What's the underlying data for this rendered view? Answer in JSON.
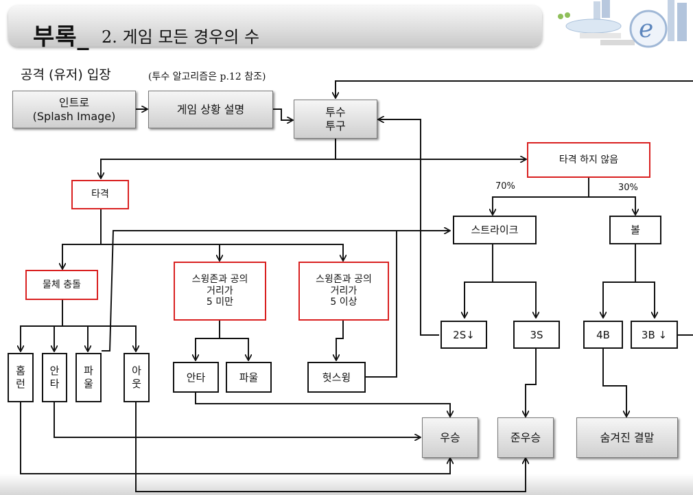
{
  "header": {
    "title_main": "부록_",
    "title_sub": "2. 게임 모든 경우의 수"
  },
  "section": {
    "title": "공격 (유저) 입장",
    "note": "(투수 알고리즘은 p.12 참조)"
  },
  "nodes": {
    "intro": "인트로\n(Splash Image)",
    "game_desc": "게임 상황 설명",
    "pitch": "투수\n투구",
    "no_swing": "타격 하지 않음",
    "hit": "타격",
    "collision": "물체 충돌",
    "sweet_lt5": "스윙존과 공의\n거리가\n5 미만",
    "sweet_ge5": "스윙존과 공의\n거리가\n5 이상",
    "strike": "스트라이크",
    "ball": "볼",
    "two_s": "2S↓",
    "three_s": "3S",
    "four_b": "4B",
    "three_b": "3B ↓",
    "homerun": "홈\n런",
    "anta_v": "안\n타",
    "foul_v": "파\n울",
    "out_v": "아\n웃",
    "anta": "안타",
    "foul": "파울",
    "swing_miss": "헛스윙",
    "win": "우승",
    "runner_up": "준우승",
    "hidden_ending": "숨겨진 결말"
  },
  "percentages": {
    "strike_pct": "70%",
    "ball_pct": "30%"
  }
}
